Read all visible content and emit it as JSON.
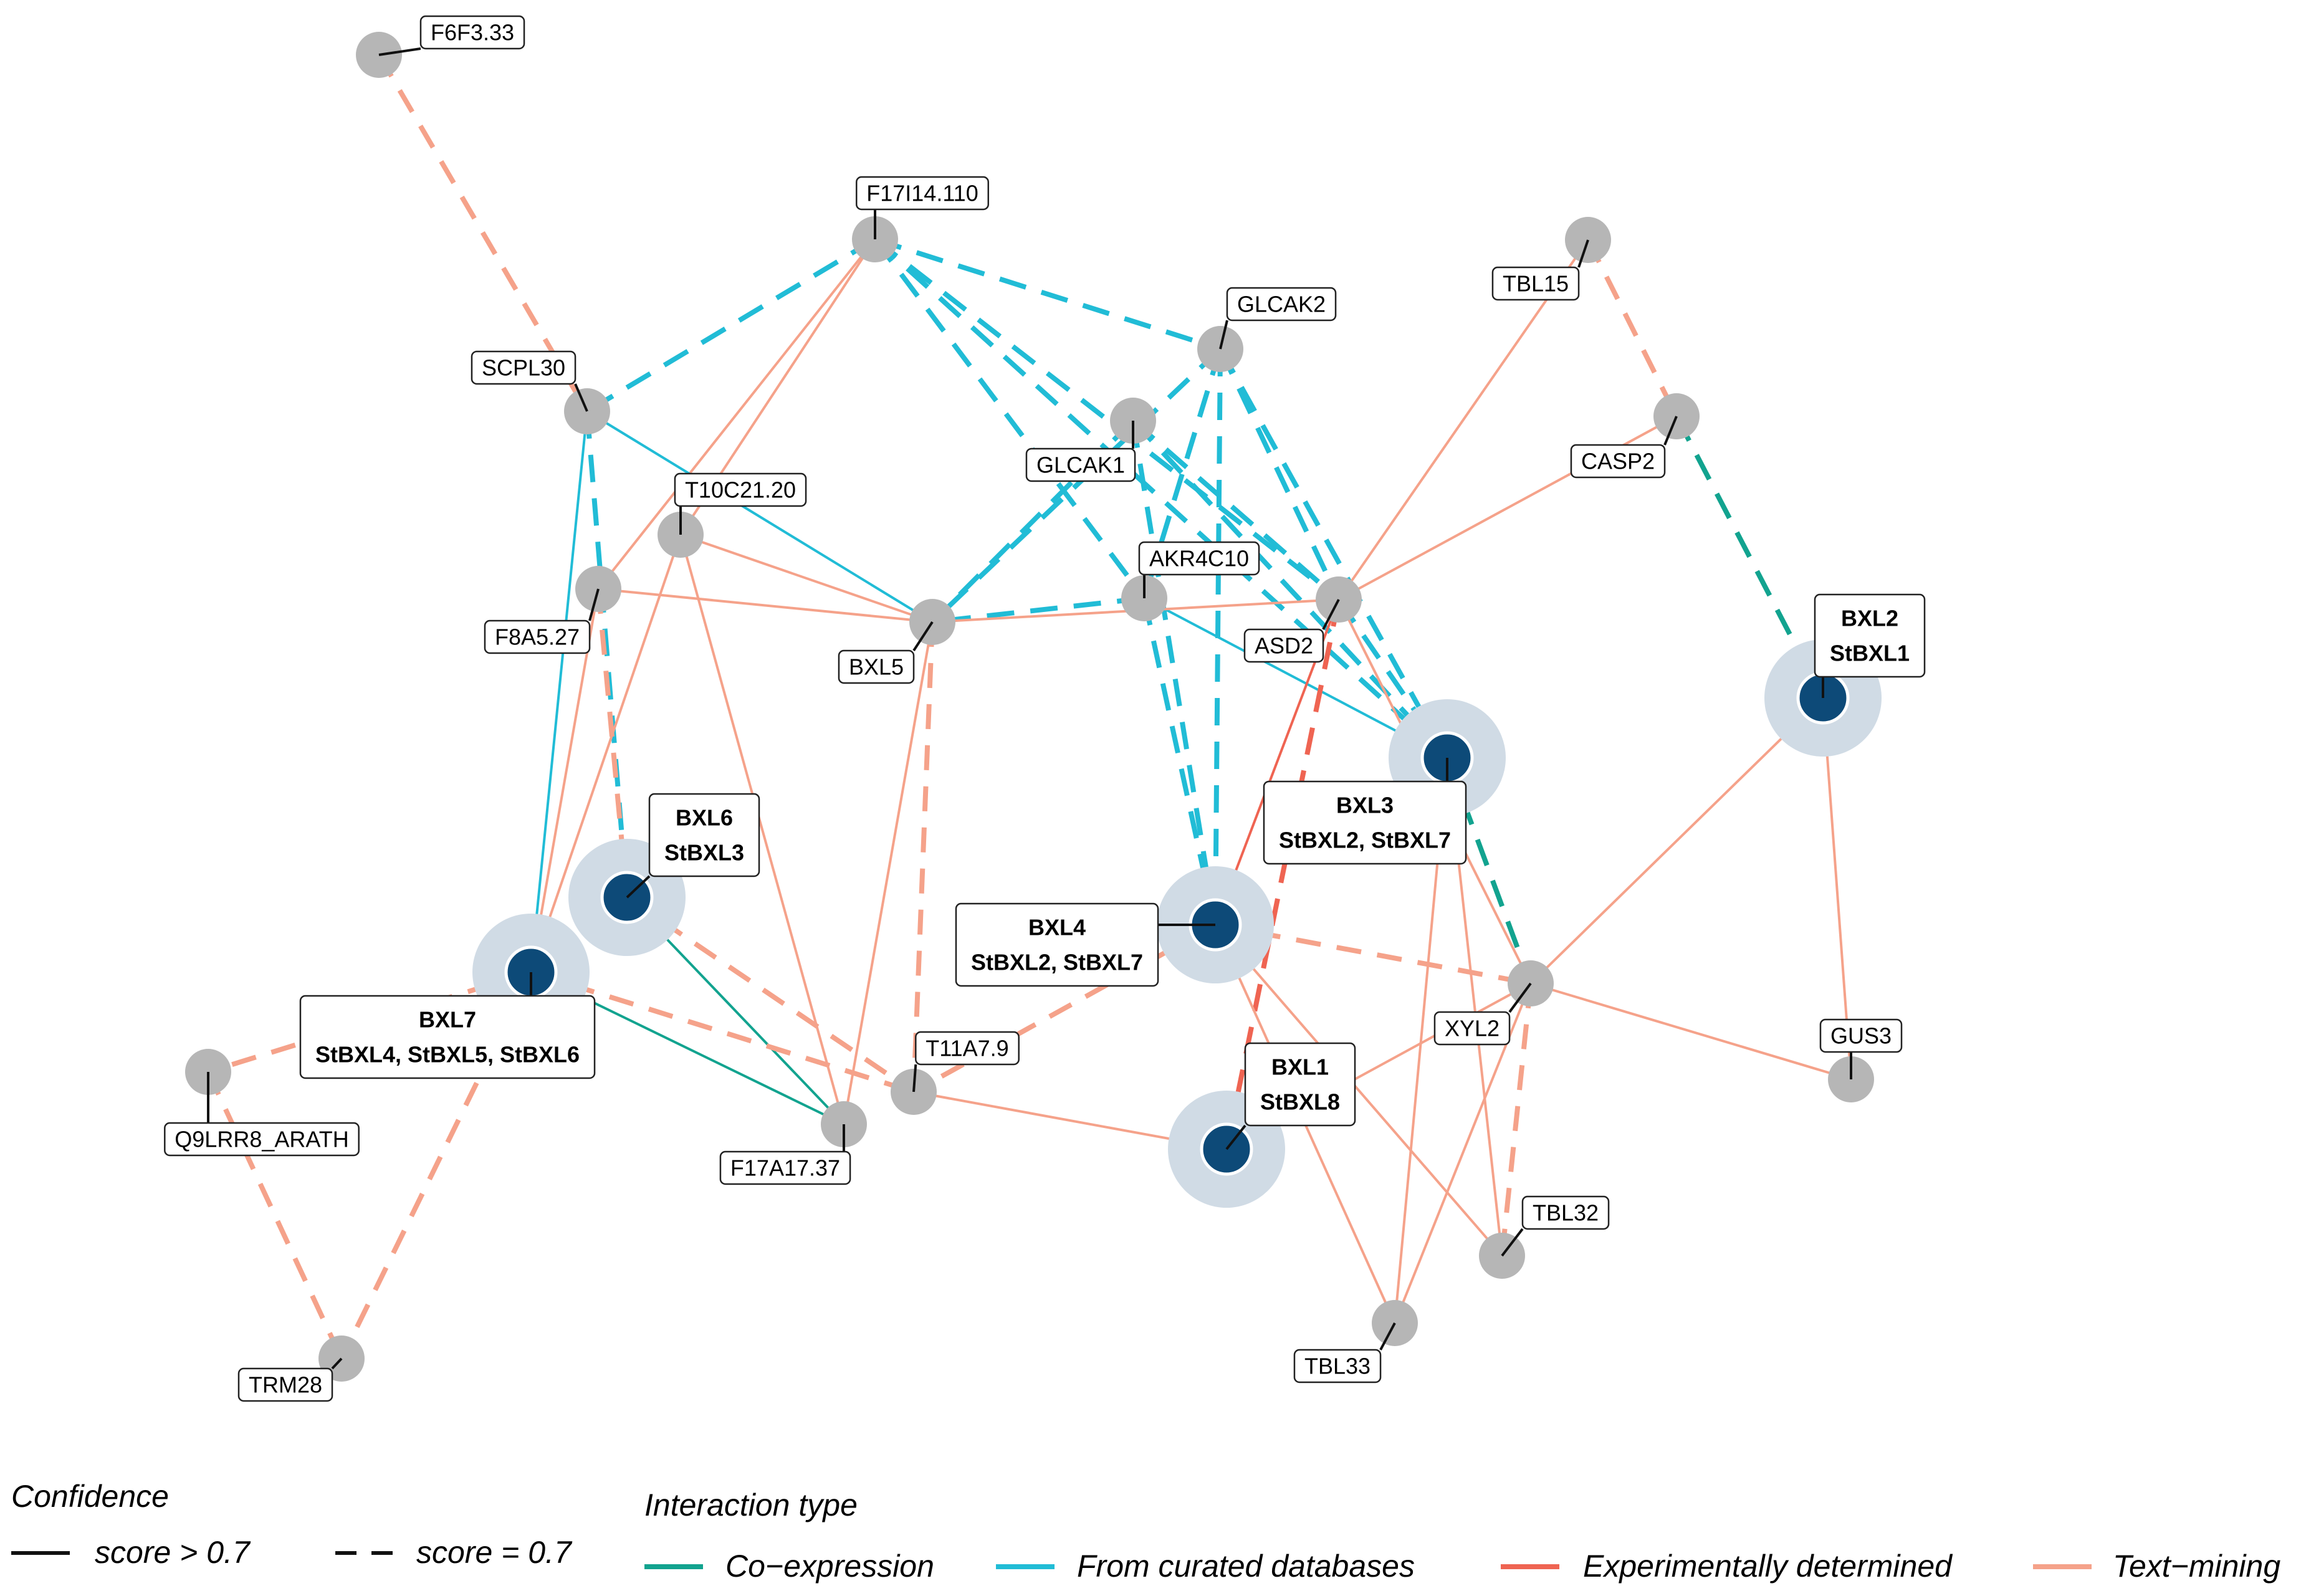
{
  "nodes": [
    {
      "id": "F6F3.33",
      "label": [
        "F6F3.33"
      ],
      "type": "gray"
    },
    {
      "id": "F17I14.110",
      "label": [
        "F17I14.110"
      ],
      "type": "gray"
    },
    {
      "id": "GLCAK2",
      "label": [
        "GLCAK2"
      ],
      "type": "gray"
    },
    {
      "id": "TBL15",
      "label": [
        "TBL15"
      ],
      "type": "gray"
    },
    {
      "id": "SCPL30",
      "label": [
        "SCPL30"
      ],
      "type": "gray"
    },
    {
      "id": "GLCAK1",
      "label": [
        "GLCAK1"
      ],
      "type": "gray"
    },
    {
      "id": "CASP2",
      "label": [
        "CASP2"
      ],
      "type": "gray"
    },
    {
      "id": "T10C21.20",
      "label": [
        "T10C21.20"
      ],
      "type": "gray"
    },
    {
      "id": "AKR4C10",
      "label": [
        "AKR4C10"
      ],
      "type": "gray"
    },
    {
      "id": "F8A5.27",
      "label": [
        "F8A5.27"
      ],
      "type": "gray"
    },
    {
      "id": "BXL5",
      "label": [
        "BXL5"
      ],
      "type": "gray"
    },
    {
      "id": "ASD2",
      "label": [
        "ASD2"
      ],
      "type": "gray"
    },
    {
      "id": "BXL2",
      "label": [
        "BXL2",
        "StBXL1"
      ],
      "type": "focal"
    },
    {
      "id": "BXL3",
      "label": [
        "BXL3",
        "StBXL2, StBXL7"
      ],
      "type": "focal"
    },
    {
      "id": "BXL6",
      "label": [
        "BXL6",
        "StBXL3"
      ],
      "type": "focal"
    },
    {
      "id": "BXL4",
      "label": [
        "BXL4",
        "StBXL2, StBXL7"
      ],
      "type": "focal"
    },
    {
      "id": "BXL7",
      "label": [
        "BXL7",
        "StBXL4, StBXL5, StBXL6"
      ],
      "type": "focal"
    },
    {
      "id": "XYL2",
      "label": [
        "XYL2"
      ],
      "type": "gray"
    },
    {
      "id": "GUS3",
      "label": [
        "GUS3"
      ],
      "type": "gray"
    },
    {
      "id": "Q9LRR8_ARATH",
      "label": [
        "Q9LRR8_ARATH"
      ],
      "type": "gray"
    },
    {
      "id": "T11A7.9",
      "label": [
        "T11A7.9"
      ],
      "type": "gray"
    },
    {
      "id": "BXL1",
      "label": [
        "BXL1",
        "StBXL8"
      ],
      "type": "focal"
    },
    {
      "id": "F17A17.37",
      "label": [
        "F17A17.37"
      ],
      "type": "gray"
    },
    {
      "id": "TBL32",
      "label": [
        "TBL32"
      ],
      "type": "gray"
    },
    {
      "id": "TBL33",
      "label": [
        "TBL33"
      ],
      "type": "gray"
    },
    {
      "id": "TRM28",
      "label": [
        "TRM28"
      ],
      "type": "gray"
    }
  ],
  "edges": [
    {
      "s": "F6F3.33",
      "t": "SCPL30",
      "type": "text",
      "conf": "0.7"
    },
    {
      "s": "F17I14.110",
      "t": "SCPL30",
      "type": "curated",
      "conf": "0.7"
    },
    {
      "s": "F17I14.110",
      "t": "GLCAK2",
      "type": "curated",
      "conf": "0.7"
    },
    {
      "s": "F17I14.110",
      "t": "AKR4C10",
      "type": "curated",
      "conf": "0.7"
    },
    {
      "s": "F17I14.110",
      "t": "ASD2",
      "type": "curated",
      "conf": "0.7"
    },
    {
      "s": "F17I14.110",
      "t": "BXL3",
      "type": "curated",
      "conf": "0.7"
    },
    {
      "s": "F17I14.110",
      "t": "F8A5.27",
      "type": "text",
      "conf": ">0.7"
    },
    {
      "s": "F17I14.110",
      "t": "T10C21.20",
      "type": "text",
      "conf": ">0.7"
    },
    {
      "s": "GLCAK2",
      "t": "BXL5",
      "type": "curated",
      "conf": "0.7"
    },
    {
      "s": "GLCAK2",
      "t": "AKR4C10",
      "type": "curated",
      "conf": "0.7"
    },
    {
      "s": "GLCAK2",
      "t": "BXL4",
      "type": "curated",
      "conf": "0.7"
    },
    {
      "s": "GLCAK2",
      "t": "ASD2",
      "type": "curated",
      "conf": "0.7"
    },
    {
      "s": "GLCAK2",
      "t": "BXL3",
      "type": "curated",
      "conf": "0.7"
    },
    {
      "s": "GLCAK1",
      "t": "BXL5",
      "type": "curated",
      "conf": "0.7"
    },
    {
      "s": "GLCAK1",
      "t": "BXL4",
      "type": "curated",
      "conf": "0.7"
    },
    {
      "s": "GLCAK1",
      "t": "ASD2",
      "type": "curated",
      "conf": "0.7"
    },
    {
      "s": "GLCAK1",
      "t": "BXL3",
      "type": "curated",
      "conf": "0.7"
    },
    {
      "s": "AKR4C10",
      "t": "BXL4",
      "type": "curated",
      "conf": "0.7"
    },
    {
      "s": "AKR4C10",
      "t": "BXL5",
      "type": "curated",
      "conf": "0.7"
    },
    {
      "s": "AKR4C10",
      "t": "BXL3",
      "type": "curated",
      "conf": ">0.7"
    },
    {
      "s": "SCPL30",
      "t": "BXL6",
      "type": "curated",
      "conf": "0.7"
    },
    {
      "s": "SCPL30",
      "t": "BXL5",
      "type": "curated",
      "conf": ">0.7"
    },
    {
      "s": "SCPL30",
      "t": "BXL7",
      "type": "curated",
      "conf": ">0.7"
    },
    {
      "s": "F8A5.27",
      "t": "BXL5",
      "type": "text",
      "conf": ">0.7"
    },
    {
      "s": "F8A5.27",
      "t": "BXL6",
      "type": "text",
      "conf": "0.7"
    },
    {
      "s": "F8A5.27",
      "t": "BXL7",
      "type": "text",
      "conf": ">0.7"
    },
    {
      "s": "T10C21.20",
      "t": "BXL5",
      "type": "text",
      "conf": ">0.7"
    },
    {
      "s": "T10C21.20",
      "t": "BXL7",
      "type": "text",
      "conf": ">0.7"
    },
    {
      "s": "T10C21.20",
      "t": "F17A17.37",
      "type": "text",
      "conf": ">0.7"
    },
    {
      "s": "BXL5",
      "t": "ASD2",
      "type": "text",
      "conf": ">0.7"
    },
    {
      "s": "BXL5",
      "t": "T11A7.9",
      "type": "text",
      "conf": "0.7"
    },
    {
      "s": "BXL5",
      "t": "F17A17.37",
      "type": "text",
      "conf": ">0.7"
    },
    {
      "s": "TBL15",
      "t": "CASP2",
      "type": "text",
      "conf": "0.7"
    },
    {
      "s": "TBL15",
      "t": "ASD2",
      "type": "text",
      "conf": ">0.7"
    },
    {
      "s": "CASP2",
      "t": "BXL2",
      "type": "coexp",
      "conf": "0.7"
    },
    {
      "s": "CASP2",
      "t": "ASD2",
      "type": "text",
      "conf": ">0.7"
    },
    {
      "s": "ASD2",
      "t": "BXL3",
      "type": "curated",
      "conf": "0.7"
    },
    {
      "s": "ASD2",
      "t": "BXL1",
      "type": "exp",
      "conf": "0.7"
    },
    {
      "s": "ASD2",
      "t": "BXL4",
      "type": "exp",
      "conf": ">0.7"
    },
    {
      "s": "ASD2",
      "t": "XYL2",
      "type": "text",
      "conf": ">0.7"
    },
    {
      "s": "BXL3",
      "t": "XYL2",
      "type": "coexp",
      "conf": "0.7"
    },
    {
      "s": "BXL3",
      "t": "TBL32",
      "type": "text",
      "conf": ">0.7"
    },
    {
      "s": "BXL3",
      "t": "TBL33",
      "type": "text",
      "conf": ">0.7"
    },
    {
      "s": "BXL2",
      "t": "XYL2",
      "type": "text",
      "conf": ">0.7"
    },
    {
      "s": "BXL2",
      "t": "GUS3",
      "type": "text",
      "conf": ">0.7"
    },
    {
      "s": "BXL4",
      "t": "XYL2",
      "type": "text",
      "conf": "0.7"
    },
    {
      "s": "BXL4",
      "t": "T11A7.9",
      "type": "text",
      "conf": "0.7"
    },
    {
      "s": "BXL4",
      "t": "TBL33",
      "type": "text",
      "conf": ">0.7"
    },
    {
      "s": "BXL4",
      "t": "TBL32",
      "type": "text",
      "conf": ">0.7"
    },
    {
      "s": "BXL6",
      "t": "T11A7.9",
      "type": "text",
      "conf": "0.7"
    },
    {
      "s": "BXL6",
      "t": "F17A17.37",
      "type": "coexp",
      "conf": ">0.7"
    },
    {
      "s": "BXL7",
      "t": "T11A7.9",
      "type": "text",
      "conf": "0.7"
    },
    {
      "s": "BXL7",
      "t": "F17A17.37",
      "type": "coexp",
      "conf": ">0.7"
    },
    {
      "s": "BXL7",
      "t": "Q9LRR8_ARATH",
      "type": "text",
      "conf": "0.7"
    },
    {
      "s": "BXL7",
      "t": "TRM28",
      "type": "text",
      "conf": "0.7"
    },
    {
      "s": "Q9LRR8_ARATH",
      "t": "TRM28",
      "type": "text",
      "conf": "0.7"
    },
    {
      "s": "T11A7.9",
      "t": "BXL1",
      "type": "text",
      "conf": ">0.7"
    },
    {
      "s": "XYL2",
      "t": "GUS3",
      "type": "text",
      "conf": ">0.7"
    },
    {
      "s": "XYL2",
      "t": "TBL32",
      "type": "text",
      "conf": "0.7"
    },
    {
      "s": "XYL2",
      "t": "TBL33",
      "type": "text",
      "conf": ">0.7"
    },
    {
      "s": "XYL2",
      "t": "BXL1",
      "type": "text",
      "conf": ">0.7"
    }
  ],
  "legend": {
    "confidence": {
      "title": "Confidence",
      "items": [
        {
          "label": "score > 0.7",
          "style": "solid"
        },
        {
          "label": "score = 0.7",
          "style": "dashed"
        }
      ]
    },
    "interaction": {
      "title": "Interaction type",
      "items": [
        {
          "label": "Co−expression",
          "key": "coexp"
        },
        {
          "label": "From curated databases",
          "key": "curated"
        },
        {
          "label": "Experimentally determined",
          "key": "exp"
        },
        {
          "label": "Text−mining",
          "key": "text"
        }
      ]
    }
  },
  "colors": {
    "coexp": "#12a38f",
    "curated": "#21bcd6",
    "exp": "#ef6452",
    "text": "#f5a28a",
    "node_gray": "#b6b6b6",
    "node_focal": "#0d4a78",
    "halo": "#d0dbe5"
  }
}
